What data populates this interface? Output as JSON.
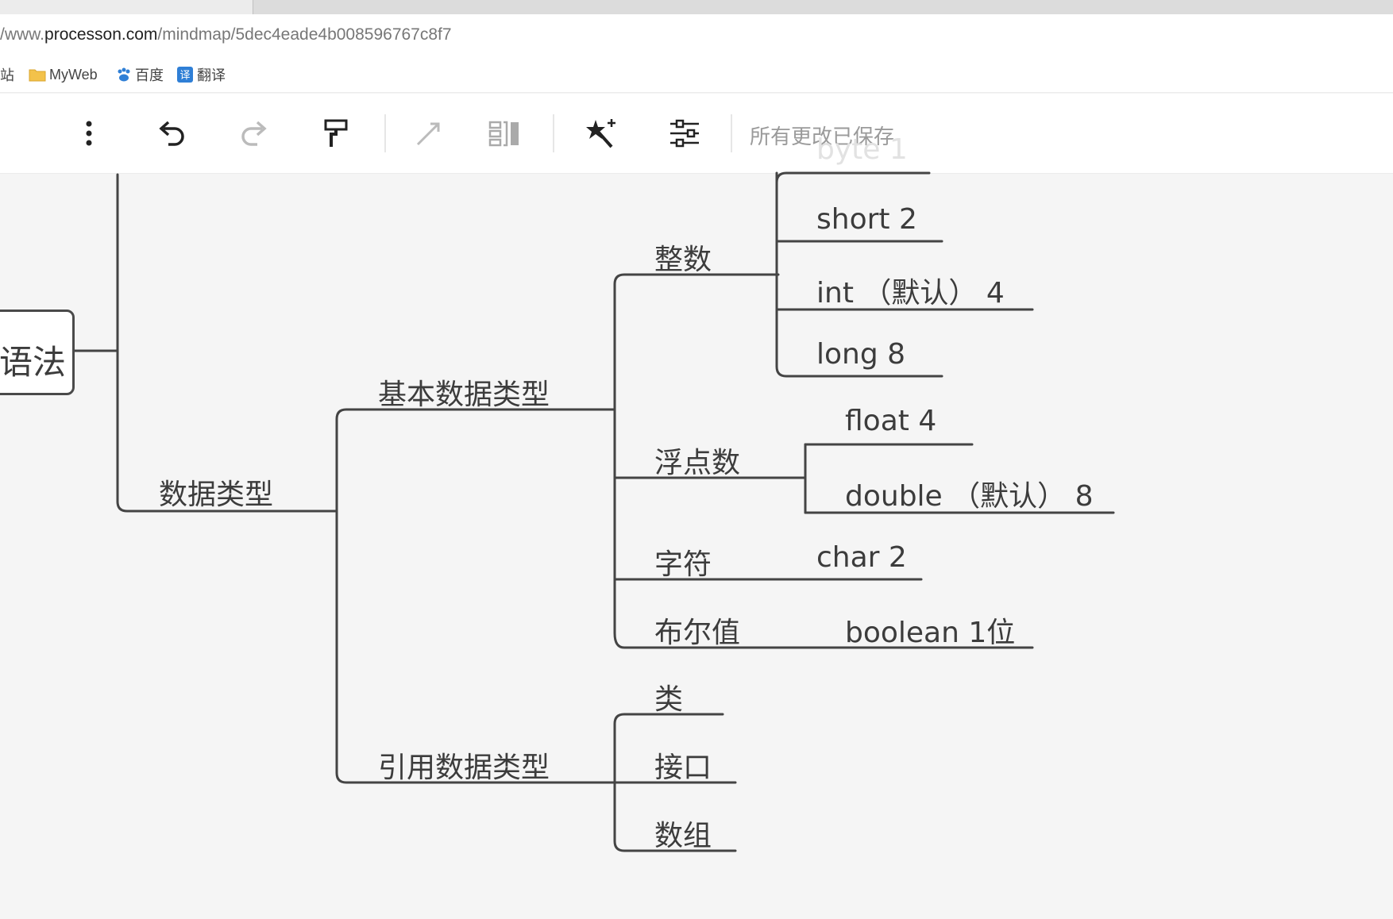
{
  "browser": {
    "url_prefix": "/www.",
    "url_host": "processon.com",
    "url_path": "/mindmap/5dec4eade4b008596767c8f7",
    "bookmarks": [
      {
        "label": "站",
        "icon": "site-icon"
      },
      {
        "label": "MyWeb",
        "icon": "folder-icon"
      },
      {
        "label": "百度",
        "icon": "baidu-paw-icon"
      },
      {
        "label": "翻译",
        "icon": "translate-icon"
      }
    ]
  },
  "toolbar": {
    "buttons": [
      {
        "name": "more-options",
        "icon": "vertical-dots-icon"
      },
      {
        "name": "undo",
        "icon": "undo-icon"
      },
      {
        "name": "redo",
        "icon": "redo-icon"
      },
      {
        "name": "format-painter",
        "icon": "format-painter-icon"
      },
      {
        "name": "connector",
        "icon": "arrow-line-icon"
      },
      {
        "name": "summary",
        "icon": "summary-bracket-icon"
      },
      {
        "name": "magic",
        "icon": "magic-wand-icon"
      },
      {
        "name": "layout",
        "icon": "structure-icon"
      }
    ],
    "save_status": "所有更改已保存"
  },
  "mindmap": {
    "ghost_node": "byte  1",
    "root": "语法",
    "data_types": "数据类型",
    "basic_types": "基本数据类型",
    "integer": "整数",
    "short": "short  2",
    "int": "int （默认） 4",
    "long": "long  8",
    "floating": "浮点数",
    "float": "float  4",
    "double": "double （默认） 8",
    "character": "字符",
    "char": "char 2",
    "boolean_label": "布尔值",
    "boolean": "boolean 1位",
    "reference_types": "引用数据类型",
    "class": "类",
    "interface": "接口",
    "array": "数组"
  },
  "colors": {
    "line": "#444444",
    "text": "#3c3c3c",
    "canvas": "#f5f5f5",
    "accent_blue": "#2f7fd6",
    "folder_yellow": "#f3c24a"
  }
}
